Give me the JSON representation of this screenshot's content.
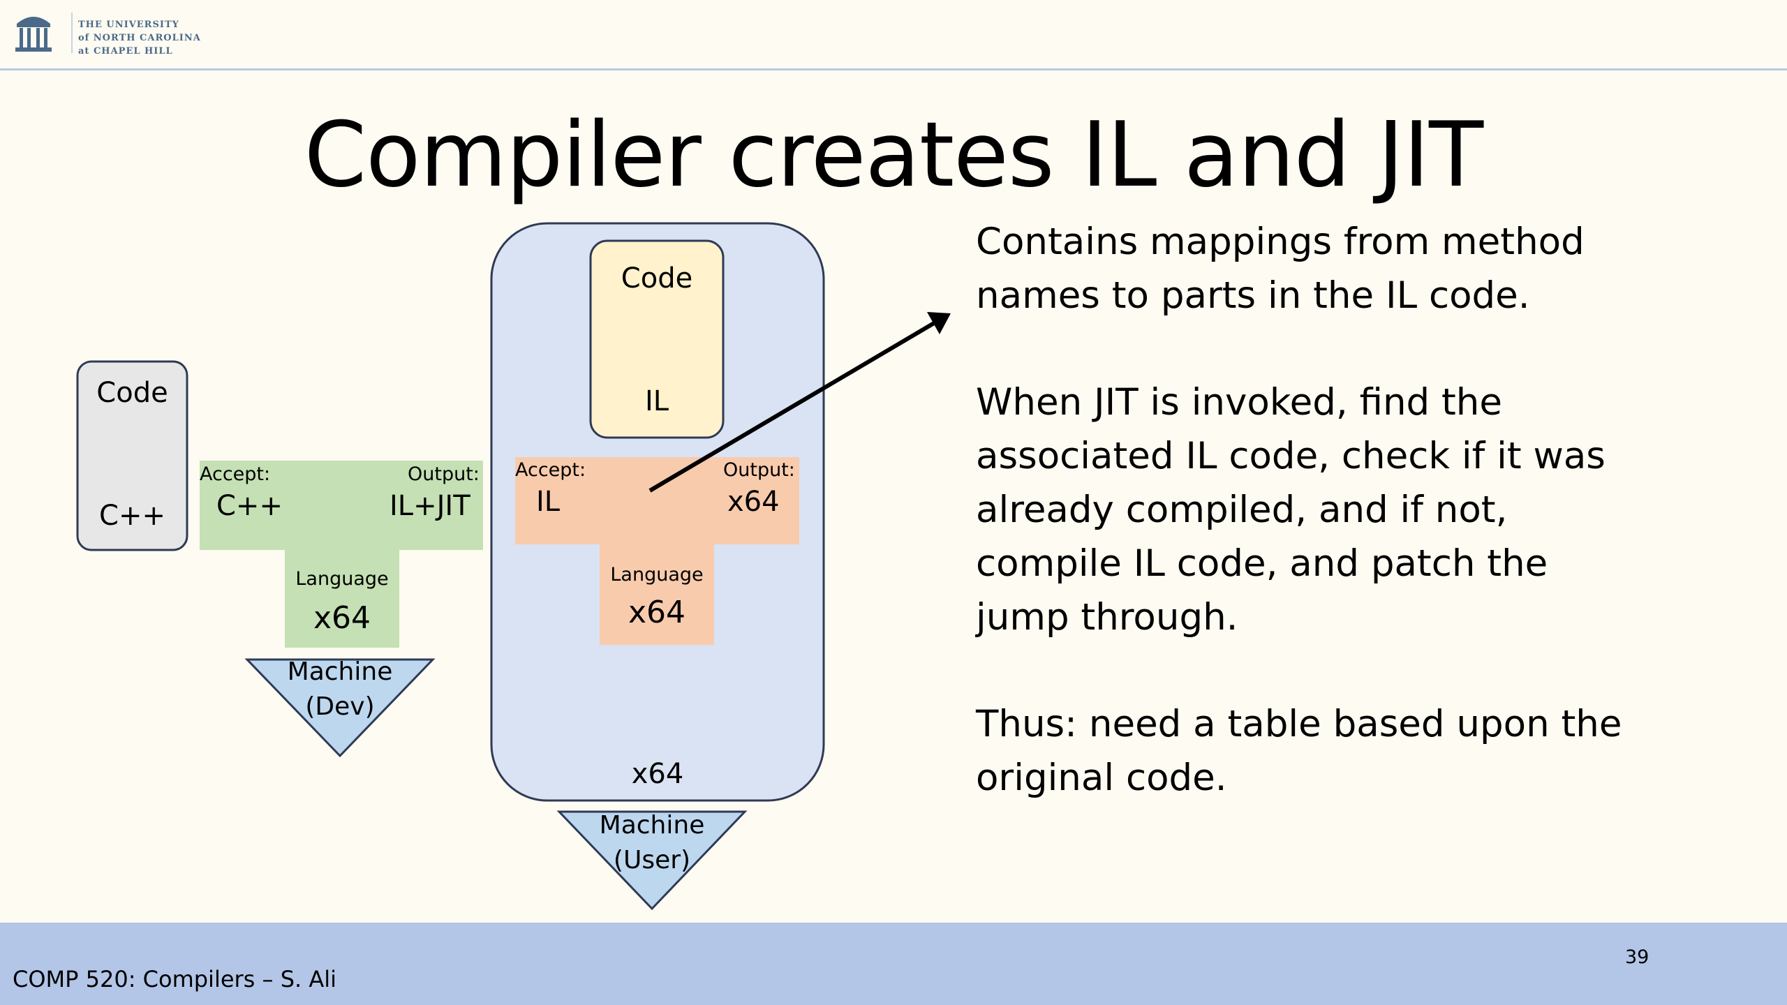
{
  "logo": {
    "line1": "THE UNIVERSITY",
    "line2": "of NORTH CAROLINA",
    "line3": "at CHAPEL HILL"
  },
  "slide": {
    "title": "Compiler creates IL and JIT"
  },
  "dev_pipeline": {
    "code_label": "Code",
    "code_lang": "C++",
    "accept_label": "Accept:",
    "accept_value": "C++",
    "output_label": "Output:",
    "output_value": "IL+JIT",
    "language_label": "Language",
    "language_value": "x64",
    "machine_line1": "Machine",
    "machine_line2": "(Dev)"
  },
  "user_pipeline": {
    "code_label": "Code",
    "code_lang": "IL",
    "accept_label": "Accept:",
    "accept_value": "IL",
    "output_label": "Output:",
    "output_value": "x64",
    "language_label": "Language",
    "language_value": "x64",
    "container_label": "x64",
    "machine_line1": "Machine",
    "machine_line2": "(User)"
  },
  "explanation": {
    "para1_line1": "Contains mappings from method",
    "para1_line2": "names to parts in the IL code.",
    "para2_line1": "When JIT is invoked, find the",
    "para2_line2": "associated IL code, check if it was",
    "para2_line3": "already compiled, and if not,",
    "para2_line4": "compile IL code, and patch the",
    "para2_line5": "jump through.",
    "para3_line1": "Thus: need a table based upon the",
    "para3_line2": "original code."
  },
  "footer": {
    "course": "COMP 520: Compilers – S. Ali",
    "page_number": "39"
  },
  "colors": {
    "background": "#fefbf2",
    "footer_band": "#b4c6e7",
    "gray_code_box": "#e7e7e7",
    "green_block": "#c5e0b4",
    "blue_container": "#dae3f3",
    "yellow_code_box": "#fff2cc",
    "orange_block": "#f8cbad",
    "triangle_fill": "#bdd7ee",
    "outline": "#2f3a55"
  }
}
